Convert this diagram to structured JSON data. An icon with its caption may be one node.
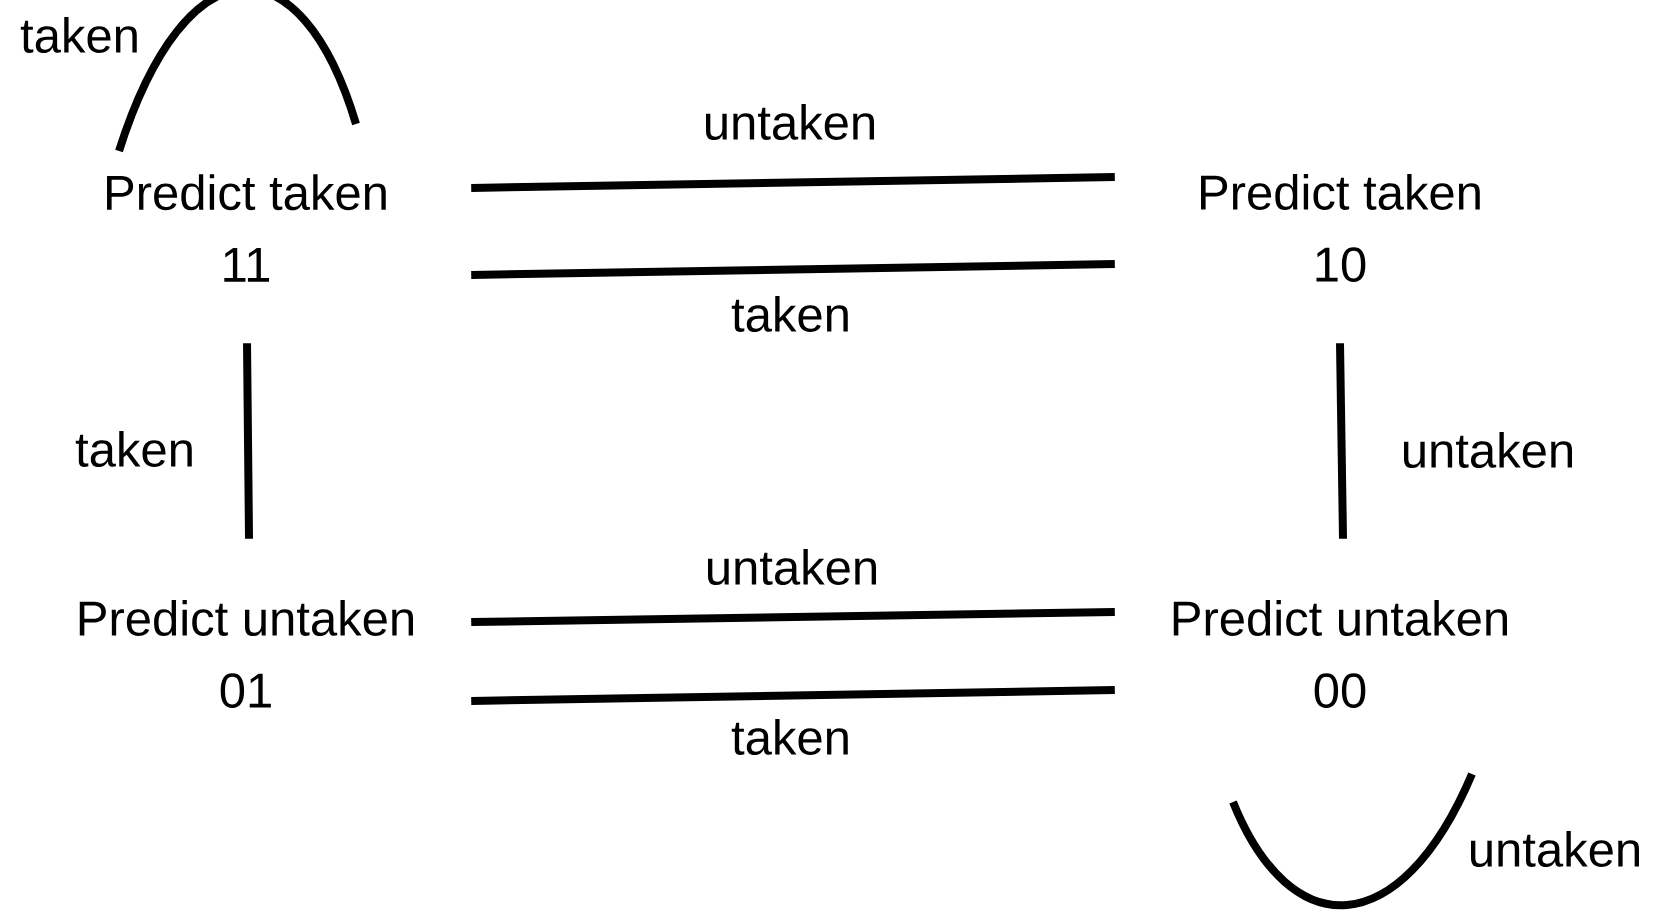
{
  "diagram": {
    "nodes": [
      {
        "text": [
          "Predict taken",
          "11"
        ]
      },
      {
        "text": [
          "Predict taken",
          "10"
        ]
      },
      {
        "text": [
          "Predict untaken",
          "01"
        ]
      },
      {
        "text": [
          "Predict untaken",
          "00"
        ]
      }
    ],
    "edges": [
      {
        "from": 0,
        "to": 0,
        "arrow": "none",
        "label": "taken"
      },
      {
        "from": 0,
        "to": 1,
        "arrow": "none",
        "label": "untaken"
      },
      {
        "from": 1,
        "to": 0,
        "arrow": "none",
        "label": "taken"
      },
      {
        "from": 2,
        "to": 0,
        "arrow": "none",
        "label": "taken"
      },
      {
        "from": 1,
        "to": 3,
        "arrow": "none",
        "label": "untaken"
      },
      {
        "from": 2,
        "to": 3,
        "arrow": "none",
        "label": "untaken"
      },
      {
        "from": 3,
        "to": 2,
        "arrow": "none",
        "label": "taken"
      },
      {
        "from": 3,
        "to": 3,
        "arrow": "none",
        "label": "untaken"
      }
    ]
  }
}
